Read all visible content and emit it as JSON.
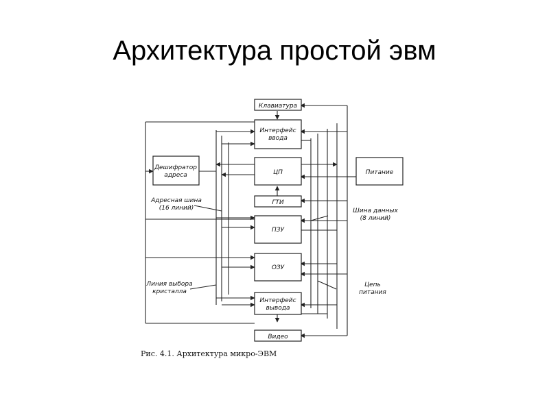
{
  "title": "Архитектура простой эвм",
  "caption": "Рис. 4.1. Архитектура микро-ЭВМ",
  "blocks": {
    "keyboard": "Клавиатура",
    "input_if_1": "Интерфейс",
    "input_if_2": "ввода",
    "cpu": "ЦП",
    "gti": "ГТИ",
    "rom": "ПЗУ",
    "ram": "ОЗУ",
    "output_if_1": "Интерфейс",
    "output_if_2": "вывода",
    "video": "Видео",
    "decoder_1": "Дешифратор",
    "decoder_2": "адреса",
    "power": "Питание"
  },
  "labels": {
    "address_bus_1": "Адресная шина",
    "address_bus_2": "(16 линий)",
    "chip_select_1": "Линия выбора",
    "chip_select_2": "кристалла",
    "data_bus_1": "Шина данных",
    "data_bus_2": "(8 линий)",
    "power_circuit_1": "Цепь",
    "power_circuit_2": "питания"
  }
}
